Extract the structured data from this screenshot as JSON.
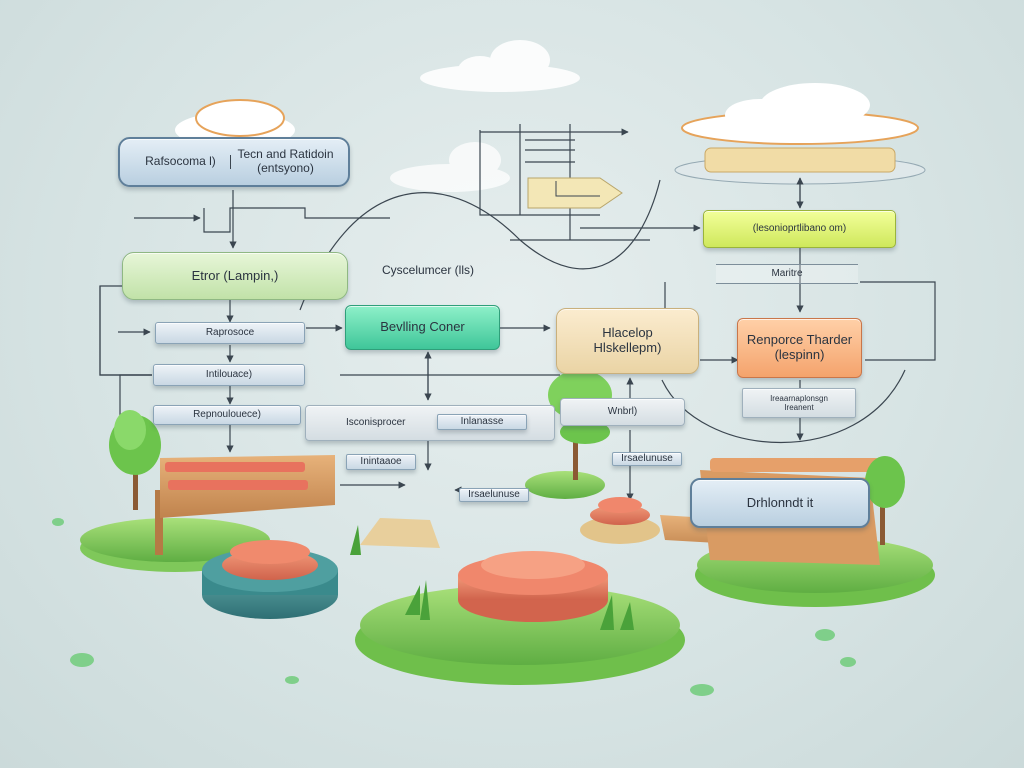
{
  "diagram": {
    "top_left_box": {
      "left_label": "Rafsocoma l)",
      "right_label_line1": "Tecn and Ratidoin",
      "right_label_line2": "(entsyono)"
    },
    "green_box_label": "Etror (Lampin,)",
    "center_caption": "Cyscelumcer (lls)",
    "left_small_boxes": [
      "Raprosoce",
      "Intilouace)",
      "Repnoulouece)"
    ],
    "teal_box_label": "Bevlling Coner",
    "middle_wide_box_label": "Isconisprocer",
    "middle_small_box_label": "Inlanasse",
    "middle_small_box2_label": "Inintaaoe",
    "middle_right_box_label": "Wnbrl)",
    "middle_tag_label": "Irsaelunuse",
    "sand_box_line1": "Hlacelop",
    "sand_box_line2": "Hlskellepm)",
    "lime_box_label": "(lesonioprtlibano om)",
    "mainto_label": "Maritre",
    "orange_box_line1": "Renporce Tharder",
    "orange_box_line2": "(lespinn)",
    "gray_box_label": "Drhlonndt it",
    "striped_box_line1": "Ireaarnaplonsgn",
    "striped_box_line2": "Ireanent"
  },
  "colors": {
    "background": "#d6e3e3",
    "teal": "#3fc699",
    "lime": "#cfe85c",
    "orange": "#f4a36c",
    "grass": "#7fc85a",
    "terracotta": "#e0765a"
  },
  "decor_icons": [
    "cloud-icon",
    "tree-icon",
    "platform-icon",
    "stone-disc-icon",
    "bush-icon"
  ]
}
